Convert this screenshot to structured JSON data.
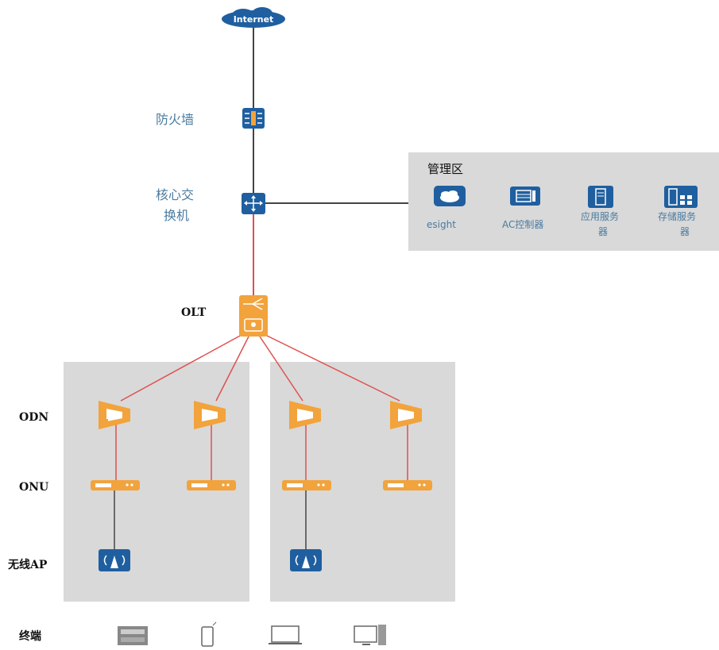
{
  "internet": {
    "label": "Internet"
  },
  "firewall": {
    "label": "防火墙"
  },
  "core_switch": {
    "label_line1": "核心交",
    "label_line2": "换机"
  },
  "management": {
    "title": "管理区",
    "items": [
      {
        "label_line1": "esight",
        "label_line2": "",
        "icon": "cloud-icon"
      },
      {
        "label_line1": "AC控制器",
        "label_line2": "",
        "icon": "ac-controller-icon"
      },
      {
        "label_line1": "应用服务",
        "label_line2": "器",
        "icon": "app-server-icon"
      },
      {
        "label_line1": "存储服务",
        "label_line2": "器",
        "icon": "storage-server-icon"
      }
    ]
  },
  "olt": {
    "label": "OLT"
  },
  "layers": {
    "odn": "ODN",
    "onu": "ONU",
    "ap": "无线AP",
    "terminal": "终端"
  },
  "colors": {
    "link_black": "#444444",
    "link_red": "#e05050",
    "icon_blue": "#1f5fa0",
    "icon_orange": "#f2a33c",
    "zone_gray": "#d9d9d9",
    "label_blue": "#4a7ba0"
  },
  "terminals": [
    {
      "icon": "desktop-keyboard-icon"
    },
    {
      "icon": "phone-icon"
    },
    {
      "icon": "laptop-icon"
    },
    {
      "icon": "desktop-pc-icon"
    }
  ]
}
